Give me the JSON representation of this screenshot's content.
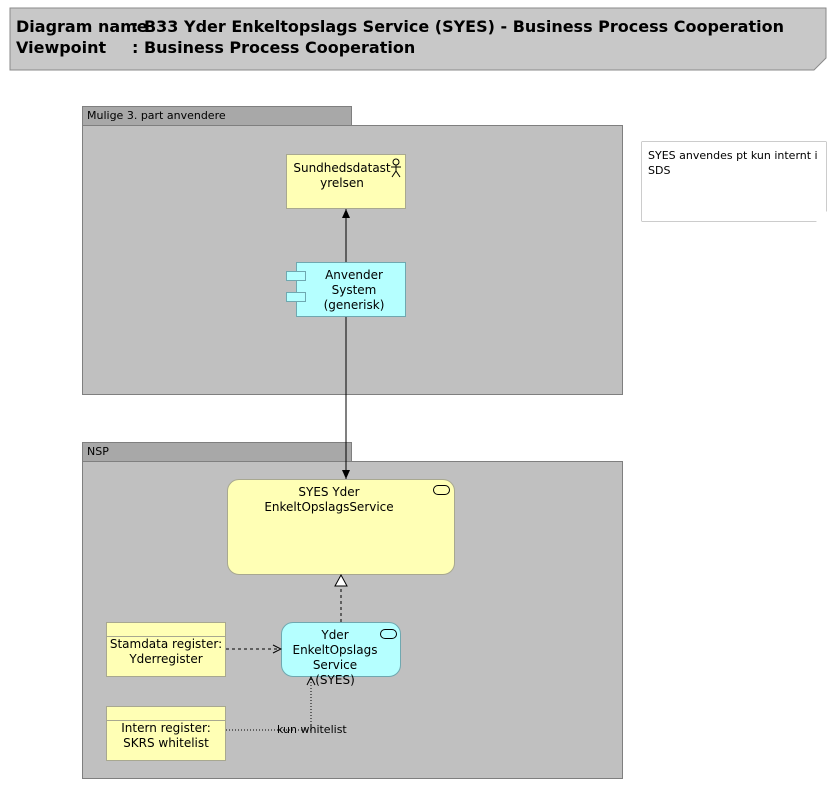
{
  "header": {
    "diagram_name_label": "Diagram name",
    "diagram_name_value": ": B33 Yder Enkeltopslags Service (SYES) - Business Process Cooperation",
    "viewpoint_label": "Viewpoint",
    "viewpoint_value": ": Business Process Cooperation"
  },
  "groups": {
    "top": {
      "label": "Mulige 3. part anvendere"
    },
    "bottom": {
      "label": "NSP"
    }
  },
  "nodes": {
    "actor": {
      "label": "Sundhedsdatast yrelsen"
    },
    "app_component": {
      "label": "Anvender System (generisk)"
    },
    "syes_service": {
      "label": "SYES Yder EnkeltOpslagsService"
    },
    "yder_service": {
      "label": "Yder EnkeltOpslags Service (SYES)"
    },
    "stamdata": {
      "label": "Stamdata register: Yderregister"
    },
    "intern": {
      "label": "Intern register: SKRS whitelist"
    }
  },
  "note": {
    "text": "SYES anvendes pt kun internt i SDS"
  },
  "edges": {
    "whitelist_label": "kun whitelist"
  },
  "colors": {
    "business_yellow": "#ffffb5",
    "application_cyan": "#b5ffff",
    "group_gray": "#c0c0c0",
    "header_gray": "#c8c8c8"
  }
}
